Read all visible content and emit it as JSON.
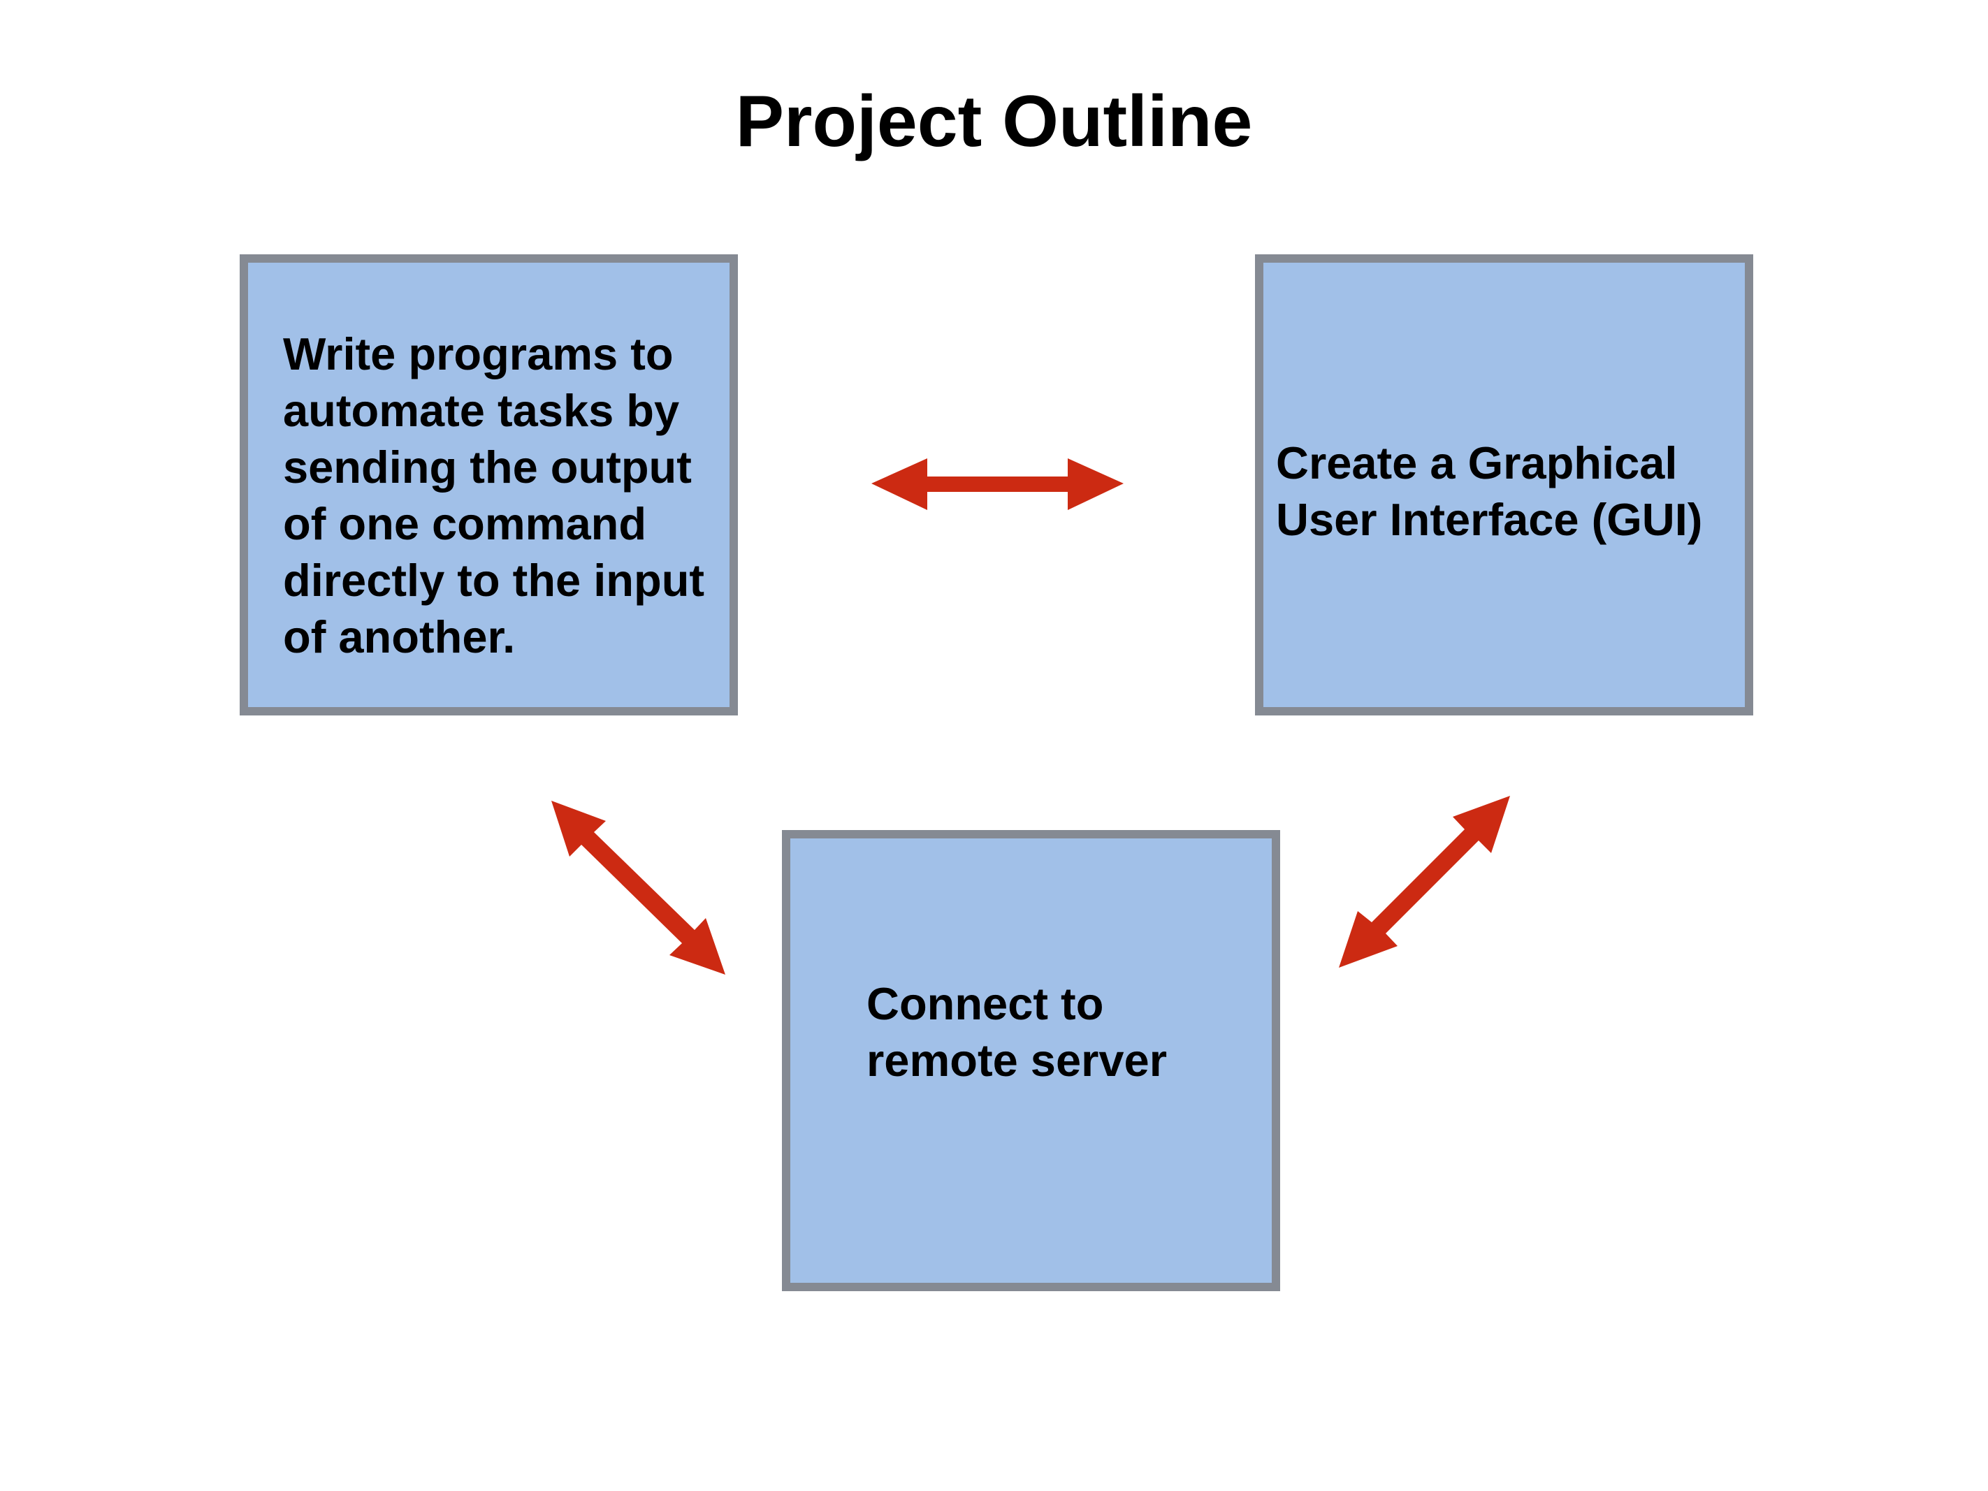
{
  "diagram": {
    "title": "Project Outline",
    "nodes": [
      {
        "id": "automate",
        "label": "Write programs to\nautomate tasks by\nsending the output\nof one command\ndirectly to the input\nof another."
      },
      {
        "id": "gui",
        "label": "Create a Graphical\nUser Interface (GUI)"
      },
      {
        "id": "remote",
        "label": "Connect to\nremote server"
      }
    ],
    "edges": [
      {
        "from": "automate",
        "to": "gui",
        "direction": "bidirectional"
      },
      {
        "from": "automate",
        "to": "remote",
        "direction": "bidirectional"
      },
      {
        "from": "gui",
        "to": "remote",
        "direction": "bidirectional"
      }
    ],
    "colors": {
      "box_fill": "#a1c0e8",
      "box_border": "#858a93",
      "arrow": "#cc2a12",
      "text": "#000000"
    }
  }
}
